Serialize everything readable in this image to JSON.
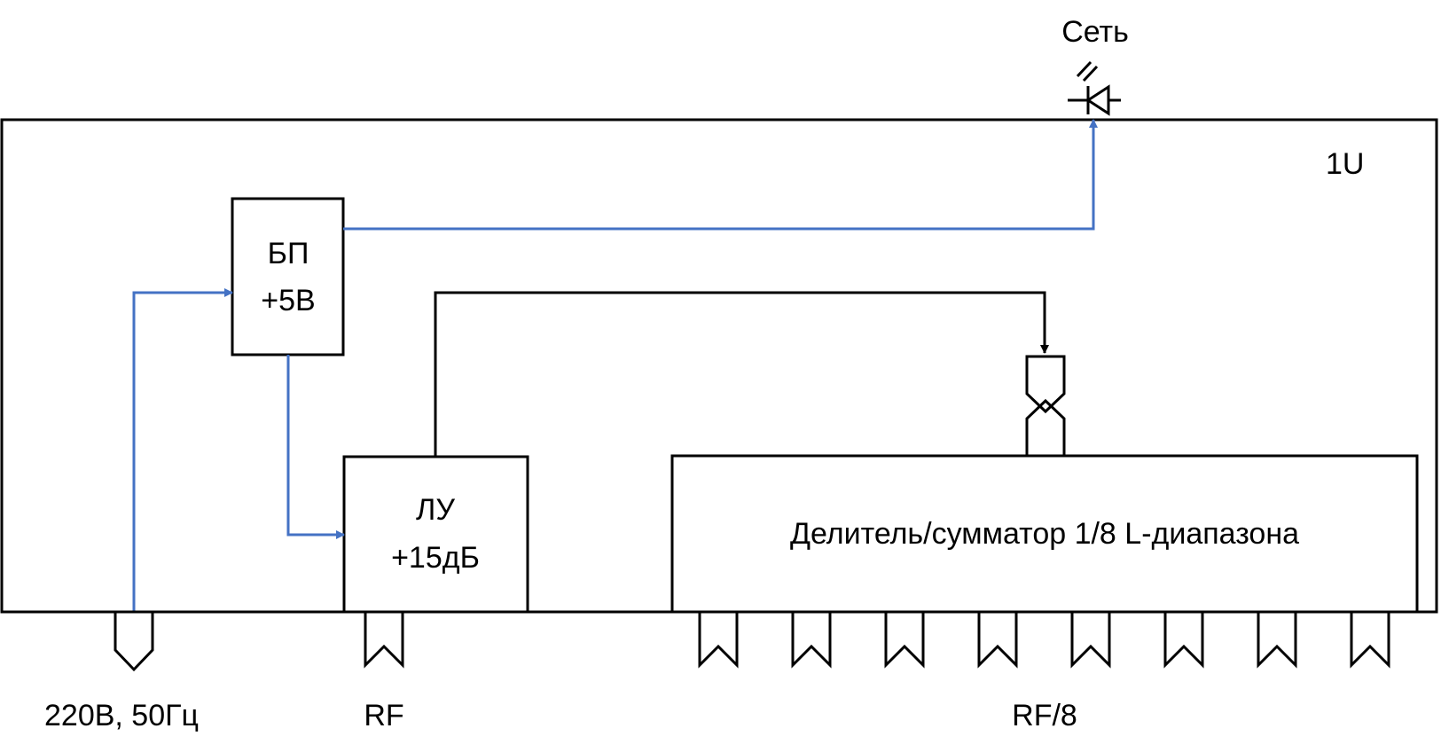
{
  "colors": {
    "power_line": "#4472C4",
    "signal_line": "#000000",
    "background": "#FFFFFF"
  },
  "labels": {
    "led": "Сеть",
    "chassis": "1U",
    "psu_line1": "БП",
    "psu_line2": "+5В",
    "amp_line1": "ЛУ",
    "amp_line2": "+15дБ",
    "splitter": "Делитель/сумматор 1/8 L-диапазона",
    "power_input": "220В, 50Гц",
    "rf_input": "RF",
    "rf_outputs": "RF/8"
  },
  "icons": [
    "led-diode-icon",
    "f-connector-icon",
    "power-plug-icon"
  ],
  "splitter_output_count": 8
}
